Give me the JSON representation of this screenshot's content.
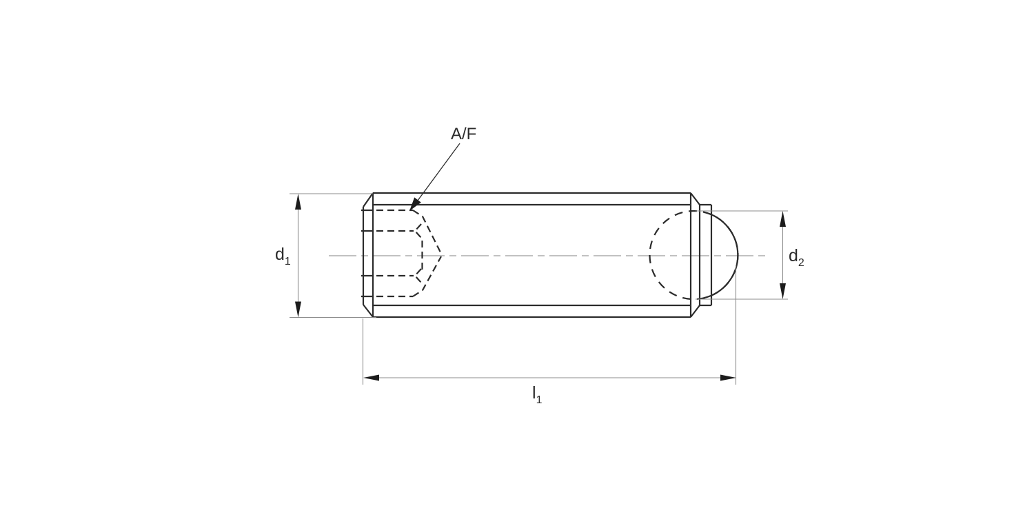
{
  "drawing": {
    "type": "engineering-dimension-drawing",
    "labels": {
      "af": {
        "text": "A/F"
      },
      "d1": {
        "base": "d",
        "sub": "1"
      },
      "d2": {
        "base": "d",
        "sub": "2"
      },
      "l1": {
        "base": "l",
        "sub": "1"
      }
    }
  },
  "colors": {
    "background": "#ffffff",
    "ink": "#2b2b2b",
    "dim": "#8d8d8d",
    "center": "#9c9c9c",
    "arrow": "#1c1c1c"
  }
}
